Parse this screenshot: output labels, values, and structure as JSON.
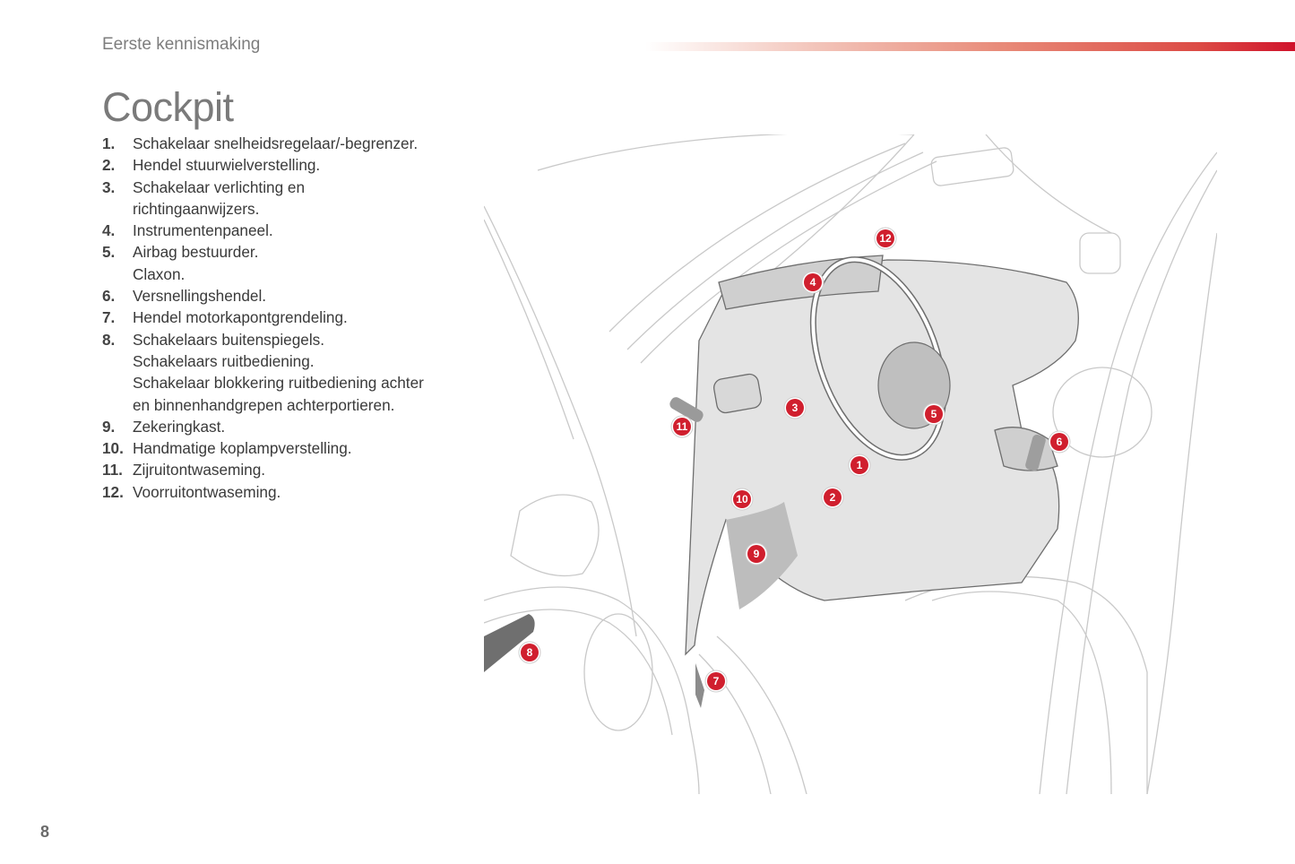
{
  "header": {
    "section": "Eerste kennismaking",
    "accent_color": "#d0122b"
  },
  "page": {
    "title": "Cockpit",
    "number": "8"
  },
  "legend": [
    {
      "num": "1.",
      "lines": [
        "Schakelaar snelheidsregelaar/-begrenzer."
      ]
    },
    {
      "num": "2.",
      "lines": [
        "Hendel stuurwielverstelling."
      ]
    },
    {
      "num": "3.",
      "lines": [
        "Schakelaar verlichting en",
        "richtingaanwijzers."
      ]
    },
    {
      "num": "4.",
      "lines": [
        "Instrumentenpaneel."
      ]
    },
    {
      "num": "5.",
      "lines": [
        "Airbag bestuurder.",
        "Claxon."
      ]
    },
    {
      "num": "6.",
      "lines": [
        "Versnellingshendel."
      ]
    },
    {
      "num": "7.",
      "lines": [
        "Hendel motorkapontgrendeling."
      ]
    },
    {
      "num": "8.",
      "lines": [
        "Schakelaars buitenspiegels.",
        "Schakelaars ruitbediening.",
        "Schakelaar blokkering ruitbediening achter",
        "en binnenhandgrepen achterportieren."
      ]
    },
    {
      "num": "9.",
      "lines": [
        "Zekeringkast."
      ]
    },
    {
      "num": "10.",
      "lines": [
        "Handmatige koplampverstelling."
      ]
    },
    {
      "num": "11.",
      "lines": [
        "Zijruitontwaseming."
      ]
    },
    {
      "num": "12.",
      "lines": [
        "Voorruitontwaseming."
      ]
    }
  ],
  "illustration": {
    "description": "Cockpit line drawing with numbered callouts",
    "marker_color": "#d01f2e",
    "markers": [
      "1",
      "2",
      "3",
      "4",
      "5",
      "6",
      "7",
      "8",
      "9",
      "10",
      "11",
      "12"
    ]
  }
}
